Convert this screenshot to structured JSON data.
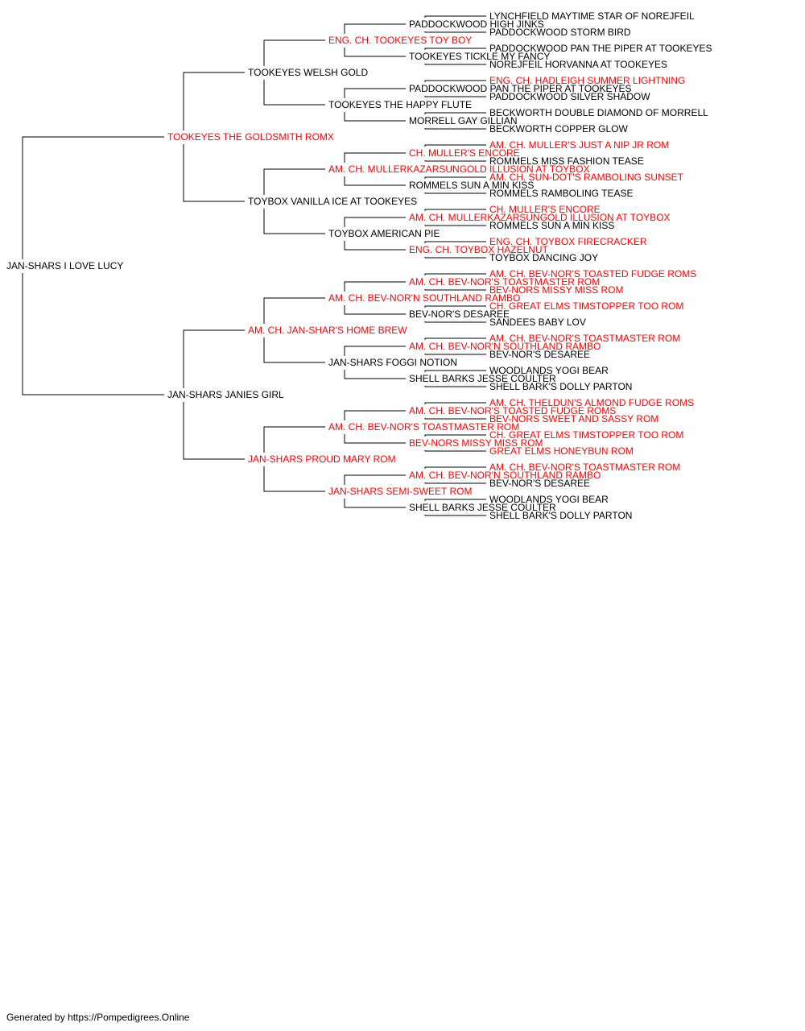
{
  "colors": {
    "normal": "#000000",
    "champion": "#ff0000"
  },
  "pedigree": {
    "name": "JAN-SHARS I LOVE LUCY",
    "champion": false,
    "sire": {
      "name": "TOOKEYES THE GOLDSMITH ROMX",
      "champion": true,
      "sire": {
        "name": "TOOKEYES WELSH GOLD",
        "champion": false,
        "sire": {
          "name": "ENG. CH. TOOKEYES TOY BOY",
          "champion": true,
          "sire": {
            "name": "PADDOCKWOOD HIGH JINKS",
            "champion": false,
            "sire": {
              "name": "LYNCHFIELD MAYTIME STAR OF NOREJFEIL",
              "champion": false
            },
            "dam": {
              "name": "PADDOCKWOOD STORM BIRD",
              "champion": false
            }
          },
          "dam": {
            "name": "TOOKEYES TICKLE MY FANCY",
            "champion": false,
            "sire": {
              "name": "PADDOCKWOOD PAN THE PIPER AT TOOKEYES",
              "champion": false
            },
            "dam": {
              "name": "NOREJFEIL HORVANNA AT TOOKEYES",
              "champion": false
            }
          }
        },
        "dam": {
          "name": "TOOKEYES THE HAPPY FLUTE",
          "champion": false,
          "sire": {
            "name": "PADDOCKWOOD PAN THE PIPER AT TOOKEYES",
            "champion": false,
            "sire": {
              "name": "ENG. CH. HADLEIGH SUMMER LIGHTNING",
              "champion": true
            },
            "dam": {
              "name": "PADDOCKWOOD SILVER SHADOW",
              "champion": false
            }
          },
          "dam": {
            "name": "MORRELL GAY GILLIAN",
            "champion": false,
            "sire": {
              "name": "BECKWORTH DOUBLE DIAMOND OF MORRELL",
              "champion": false
            },
            "dam": {
              "name": "BECKWORTH COPPER GLOW",
              "champion": false
            }
          }
        }
      },
      "dam": {
        "name": "TOYBOX VANILLA ICE AT TOOKEYES",
        "champion": false,
        "sire": {
          "name": "AM. CH. MULLERKAZARSUNGOLD ILLUSION AT TOYBOX",
          "champion": true,
          "sire": {
            "name": "CH. MULLER'S ENCORE",
            "champion": true,
            "sire": {
              "name": "AM. CH. MULLER'S JUST A NIP JR ROM",
              "champion": true
            },
            "dam": {
              "name": "ROMMELS MISS FASHION TEASE",
              "champion": false
            }
          },
          "dam": {
            "name": "ROMMELS SUN A MIN KISS",
            "champion": false,
            "sire": {
              "name": "AM. CH. SUN-DOT'S RAMBOLING SUNSET",
              "champion": true
            },
            "dam": {
              "name": "ROMMELS RAMBOLING TEASE",
              "champion": false
            }
          }
        },
        "dam": {
          "name": "TOYBOX AMERICAN PIE",
          "champion": false,
          "sire": {
            "name": "AM. CH. MULLERKAZARSUNGOLD ILLUSION AT TOYBOX",
            "champion": true,
            "sire": {
              "name": "CH. MULLER'S ENCORE",
              "champion": true
            },
            "dam": {
              "name": "ROMMELS SUN A MIN KISS",
              "champion": false
            }
          },
          "dam": {
            "name": "ENG. CH. TOYBOX HAZELNUT",
            "champion": true,
            "sire": {
              "name": "ENG. CH. TOYBOX FIRECRACKER",
              "champion": true
            },
            "dam": {
              "name": "TOYBOX DANCING JOY",
              "champion": false
            }
          }
        }
      }
    },
    "dam": {
      "name": "JAN-SHARS JANIES GIRL",
      "champion": false,
      "sire": {
        "name": "AM. CH. JAN-SHAR'S HOME BREW",
        "champion": true,
        "sire": {
          "name": "AM. CH. BEV-NOR'N SOUTHLAND RAMBO",
          "champion": true,
          "sire": {
            "name": "AM. CH. BEV-NOR'S TOASTMASTER ROM",
            "champion": true,
            "sire": {
              "name": "AM. CH. BEV-NOR'S TOASTED FUDGE ROMS",
              "champion": true
            },
            "dam": {
              "name": "BEV-NORS MISSY MISS ROM",
              "champion": true
            }
          },
          "dam": {
            "name": "BEV-NOR'S DESAREE",
            "champion": false,
            "sire": {
              "name": "CH. GREAT ELMS TIMSTOPPER TOO ROM",
              "champion": true
            },
            "dam": {
              "name": "SANDEES BABY LOV",
              "champion": false
            }
          }
        },
        "dam": {
          "name": "JAN-SHARS FOGGI NOTION",
          "champion": false,
          "sire": {
            "name": "AM. CH. BEV-NOR'N SOUTHLAND RAMBO",
            "champion": true,
            "sire": {
              "name": "AM. CH. BEV-NOR'S TOASTMASTER ROM",
              "champion": true
            },
            "dam": {
              "name": "BEV-NOR'S DESAREE",
              "champion": false
            }
          },
          "dam": {
            "name": "SHELL BARKS JESSE COULTER",
            "champion": false,
            "sire": {
              "name": "WOODLANDS YOGI BEAR",
              "champion": false
            },
            "dam": {
              "name": "SHELL BARK'S DOLLY PARTON",
              "champion": false
            }
          }
        }
      },
      "dam": {
        "name": "JAN-SHARS PROUD MARY ROM",
        "champion": true,
        "sire": {
          "name": "AM. CH. BEV-NOR'S TOASTMASTER ROM",
          "champion": true,
          "sire": {
            "name": "AM. CH. BEV-NOR'S TOASTED FUDGE ROMS",
            "champion": true,
            "sire": {
              "name": "AM. CH. THELDUN'S ALMOND FUDGE ROMS",
              "champion": true
            },
            "dam": {
              "name": "BEV-NORS SWEET AND SASSY ROM",
              "champion": true
            }
          },
          "dam": {
            "name": "BEV-NORS MISSY MISS ROM",
            "champion": true,
            "sire": {
              "name": "CH. GREAT ELMS TIMSTOPPER TOO ROM",
              "champion": true
            },
            "dam": {
              "name": "GREAT ELMS HONEYBUN ROM",
              "champion": true
            }
          }
        },
        "dam": {
          "name": "JAN-SHARS SEMI-SWEET ROM",
          "champion": true,
          "sire": {
            "name": "AM. CH. BEV-NOR'N SOUTHLAND RAMBO",
            "champion": true,
            "sire": {
              "name": "AM. CH. BEV-NOR'S TOASTMASTER ROM",
              "champion": true
            },
            "dam": {
              "name": "BEV-NOR'S DESAREE",
              "champion": false
            }
          },
          "dam": {
            "name": "SHELL BARKS JESSE COULTER",
            "champion": false,
            "sire": {
              "name": "WOODLANDS YOGI BEAR",
              "champion": false
            },
            "dam": {
              "name": "SHELL BARK'S DOLLY PARTON",
              "champion": false
            }
          }
        }
      }
    }
  },
  "footer": {
    "text": "Generated by https://Pompedigrees.Online"
  }
}
